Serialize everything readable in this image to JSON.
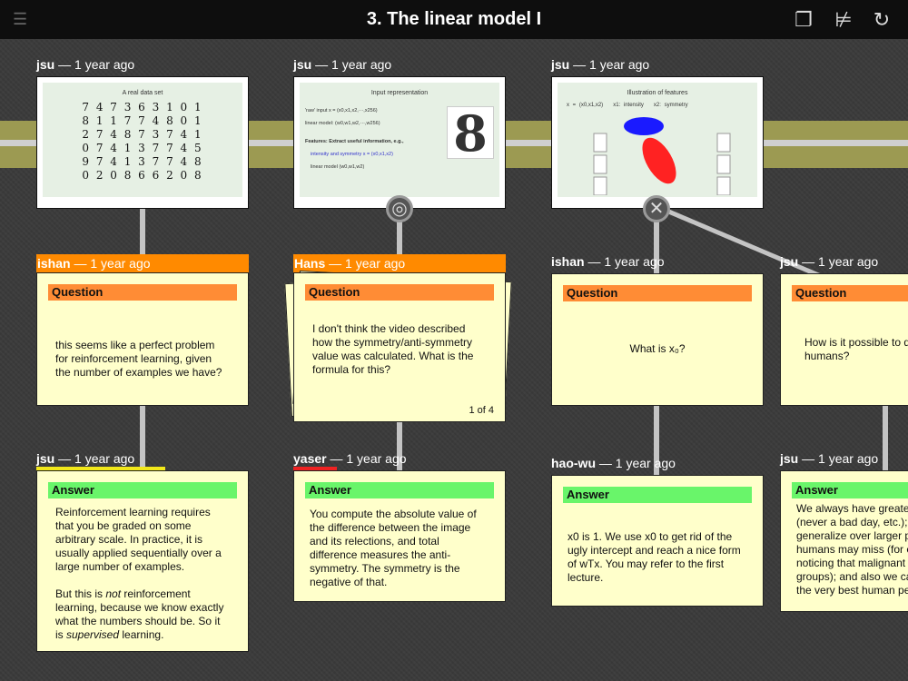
{
  "header": {
    "title": "3. The linear model I",
    "menu_icon": "menu-icon",
    "icons": [
      "copy-icon",
      "tree-icon",
      "refresh-icon"
    ]
  },
  "slides": [
    {
      "author": "jsu",
      "time": "1 year ago",
      "title": "A real data set",
      "digits": [
        "7 4 7 3 6 3 1 0 1",
        "8 1 1 7 7 4 8 0 1",
        "2 7 4 8 7 3 7 4 1",
        "0 7 4 1 3 7 7 4 5",
        "9 7 4 1 3 7 7 4 8",
        "0 2 0 8 6 6 2 0 8"
      ]
    },
    {
      "author": "jsu",
      "time": "1 year ago",
      "title": "Input representation",
      "lines": [
        "'raw' input x = (x0,x1,x2,···,x256)",
        "linear model: (w0,w1,w2,···,w256)",
        "Features: Extract useful information, e.g.,",
        "intensity and symmetry x = (x0,x1,x2)",
        "linear model (w0,w1,w2)"
      ]
    },
    {
      "author": "jsu",
      "time": "1 year ago",
      "title": "Illustration of features",
      "lines": [
        "x = (x0,x1,x2)",
        "x1: intensity",
        "x2: symmetry"
      ]
    }
  ],
  "questions": [
    {
      "author": "ishan",
      "time": "1 year ago",
      "label": "Question",
      "text": "this seems like a perfect problem for reinforcement learning, given the number of examples we have?"
    },
    {
      "author": "Hans",
      "time": "1 year ago",
      "label": "Question",
      "text": "I don't think the video described how the symmetry/anti-symmetry value was calculated.  What is the formula for this?",
      "pager": "1 of 4"
    },
    {
      "author": "ishan",
      "time": "1 year ago",
      "label": "Question",
      "text": "What is x₀?"
    },
    {
      "author": "jsu",
      "time": "1 year ago",
      "label": "Question",
      "text": "How is it possible to d humans?"
    }
  ],
  "answers": [
    {
      "author": "jsu",
      "time": "1 year ago",
      "label": "Answer",
      "p1": "Reinforcement learning requires that you be graded on some arbitrary scale. In practice, it is usually applied sequentially over a large number of examples.",
      "p2a": "But this is ",
      "p2em": "not",
      "p2b": " reinforcement learning, because we know exactly what the numbers should be. So it is ",
      "p2em2": "supervised",
      "p2c": " learning."
    },
    {
      "author": "yaser",
      "time": "1 year ago",
      "label": "Answer",
      "p1": "You compute the absolute value of the difference between the image and its relections, and total difference measures the anti-symmetry. The symmetry is the negative of that."
    },
    {
      "author": "hao-wu",
      "time": "1 year ago",
      "label": "Answer",
      "p1": "x0 is 1. We use x0 to get rid of the ugly intercept and reach a nice form of wTx. You may refer to the first lecture."
    },
    {
      "author": "jsu",
      "time": "1 year ago",
      "label": "Answer",
      "p1": "We always have greater (never a bad day, etc.); generalize over larger p humans may miss (for e noticing that malignant groups); and also we ca the very best human pe"
    }
  ],
  "sep": " — "
}
